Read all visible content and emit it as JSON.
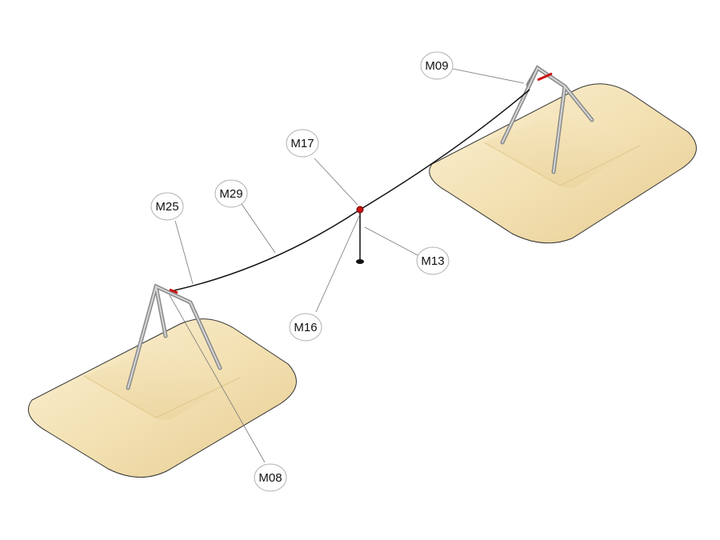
{
  "labels": {
    "m09": "M09",
    "m17": "M17",
    "m29": "M29",
    "m25": "M25",
    "m13": "M13",
    "m16": "M16",
    "m08": "M08"
  },
  "colors": {
    "base_fill": "#f3e1b3",
    "base_shadow": "#e2c98e",
    "base_edge": "#333333",
    "frame": "#b9b9b9",
    "cable": "#111111",
    "marker": "#cc1111",
    "callout_fill": "#ffffff",
    "callout_stroke": "#b0b0b0"
  }
}
